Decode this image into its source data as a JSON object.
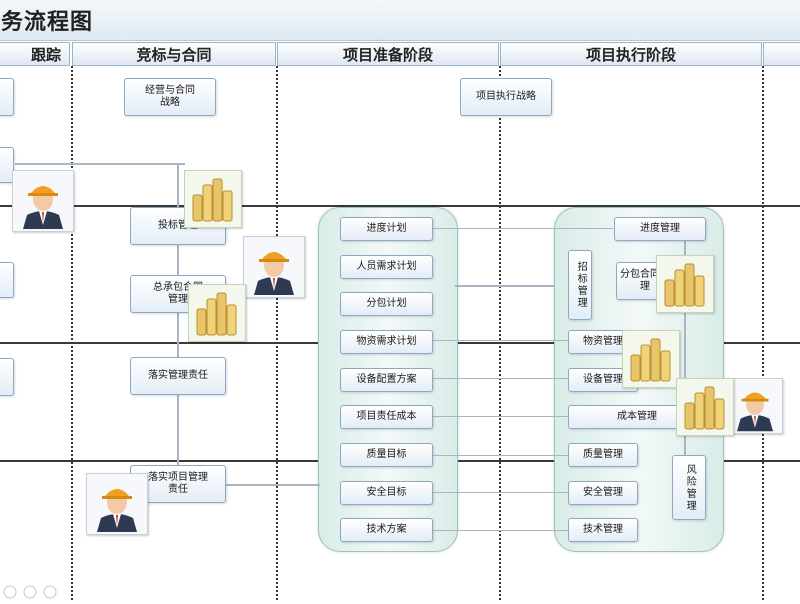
{
  "title": "业务流程图",
  "columns": [
    "跟踪",
    "竞标与合同",
    "项目准备阶段",
    "项目执行阶段"
  ],
  "column_boxes": {
    "bid_strategy": "经营与合同\n战略",
    "exec_strategy": "项目执行战略",
    "bid_mgmt": "投标管理",
    "general_contract": "总承包合同\n管理",
    "responsibility": "落实管理责任",
    "project_resp": "落实项目管理\n责任"
  },
  "prep_items": [
    "进度计划",
    "人员需求计划",
    "分包计划",
    "物资需求计划",
    "设备配置方案",
    "项目责任成本",
    "质量目标",
    "安全目标",
    "技术方案"
  ],
  "exec_items": {
    "schedule": "进度管理",
    "bidding": "招标管理",
    "subcontract": "分包合同管理",
    "material": "物资管理",
    "equipment": "设备管理",
    "cost": "成本管理",
    "quality": "质量管理",
    "safety": "安全管理",
    "tech": "技术管理",
    "risk": "风险管理"
  },
  "icons": {
    "worker": "worker-helmet-icon",
    "coins": "coin-stack-icon"
  },
  "colors": {
    "header_bg": "#dfe9f3",
    "box_border": "#8ea8c3",
    "container_fill": "#e6f3f1",
    "coin": "#e8c46a",
    "helmet": "#f0a020"
  }
}
